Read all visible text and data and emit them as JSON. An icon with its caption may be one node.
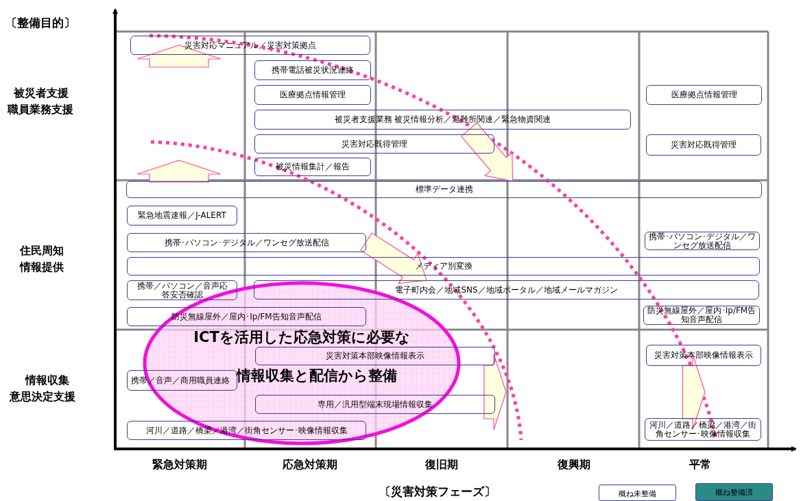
{
  "diagram": {
    "nodes": [
      {
        "text": [
          "災害対応マニュアル／災害対策拠点"
        ]
      },
      {
        "text": [
          "携帯電話被災状況連絡"
        ]
      },
      {
        "text": [
          "医療拠点情報管理"
        ]
      },
      {
        "text": [
          "被災者支援業務 被災情報分析／避難所関連／緊急物資関連"
        ]
      },
      {
        "text": [
          "災害対応既得管理"
        ]
      },
      {
        "text": [
          "被災情報集計／報告"
        ]
      },
      {
        "text": [
          "医療拠点情報管理"
        ]
      },
      {
        "text": [
          "災害対応既得管理"
        ]
      },
      {
        "text": [
          "標準データ連携"
        ]
      },
      {
        "text": [
          "緊急地震速報／J-ALERT"
        ]
      },
      {
        "text": [
          "携帯･パソコン･デジタル／ワンセグ放送配信"
        ]
      },
      {
        "text": [
          "携帯･パソコン･デジタル／ワンセグ放送配信"
        ]
      },
      {
        "text": [
          "メディア別変換"
        ]
      },
      {
        "text": [
          "携帯／パソコン／音声応答安否確認"
        ]
      },
      {
        "text": [
          "電子町内会／地域SNS／地域ポータル／地域メールマガジン"
        ]
      },
      {
        "text": [
          "防災無線屋外／屋内･Ip/FM告知音声配信"
        ]
      },
      {
        "text": [
          "防災無線屋外／屋内･Ip/FM告知音声配信"
        ]
      },
      {
        "text": [
          "災害対策本部映像情報表示"
        ]
      },
      {
        "text": [
          "携帯／音声／商用職員連絡"
        ]
      },
      {
        "text": [
          "専用／汎用型端末現場情報収集"
        ]
      },
      {
        "text": [
          "河川／道路／橋梁／港湾／街角センサー･映像情報収集"
        ]
      },
      {
        "text": [
          "災害対策本部映像情報表示"
        ]
      },
      {
        "text": [
          "河川／道路／橋梁／港湾／街角センサー･映像情報収集"
        ]
      },
      {
        "text": [
          "ICTを活用した応急対策に必要な",
          "情報収集と配信から整備"
        ]
      }
    ],
    "edges": [
      {
        "from": 3,
        "to": 8,
        "arrow": "to"
      },
      {
        "from": 10,
        "to": 14,
        "arrow": "to"
      },
      {
        "from": 17,
        "to": null,
        "arrow": "to"
      },
      {
        "from": 21,
        "to": null,
        "arrow": "to"
      }
    ],
    "labels": [
      "〔整備目的〕",
      "被災者支援",
      "職員業務支援",
      "住民周知",
      "情報提供",
      "情報収集",
      "意思決定支援",
      "緊急対策期",
      "応急対策期",
      "復旧期",
      "復興期",
      "平常",
      "〔災害対策フェーズ〕"
    ],
    "legend": [
      {
        "text": "概ね未整備",
        "color": "#ffffff"
      },
      {
        "text": "概ね整備済",
        "color": "#2a8a86"
      }
    ]
  }
}
